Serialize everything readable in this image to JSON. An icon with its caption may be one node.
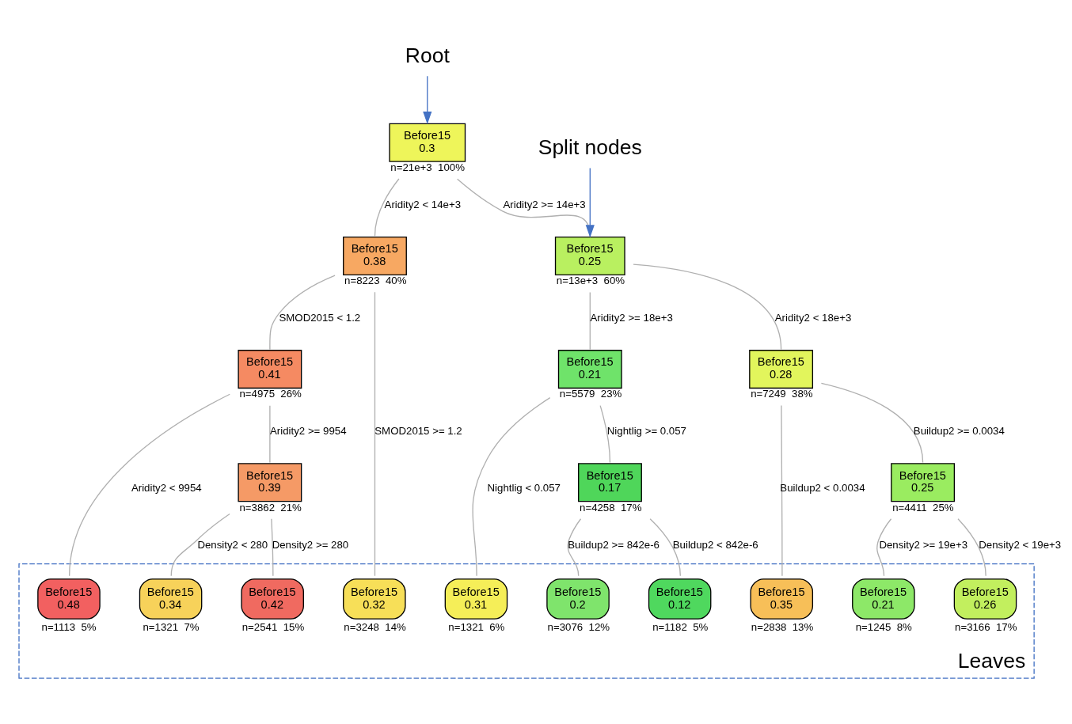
{
  "diagram": {
    "nodes": [
      {
        "text": [
          "Root"
        ]
      },
      {
        "text": [
          "Before15",
          "0.3"
        ],
        "beside": [
          "n=21e+3  100%"
        ]
      },
      {
        "text": [
          "Split nodes"
        ]
      },
      {
        "text": [
          "Before15",
          "0.25"
        ],
        "beside": [
          "n=13e+3  60%"
        ]
      },
      {
        "text": [
          "Before15",
          "0.38"
        ],
        "beside": [
          "n=8223  40%"
        ]
      },
      {
        "text": [
          "Before15",
          "0.21"
        ],
        "beside": [
          "n=5579  23%"
        ]
      },
      {
        "text": [
          "Before15",
          "0.28"
        ],
        "beside": [
          "n=7249  38%"
        ]
      },
      {
        "text": [
          "Before15",
          "0.41"
        ],
        "beside": [
          "n=4975  26%"
        ]
      },
      {
        "text": [
          "Before15",
          "0.17"
        ],
        "beside": [
          "n=4258  17%"
        ]
      },
      {
        "text": [
          "Before15",
          "0.25"
        ],
        "beside": [
          "n=4411  25%"
        ]
      },
      {
        "text": [
          "Before15",
          "0.39"
        ],
        "beside": [
          "n=3862  21%"
        ]
      },
      {
        "text": [
          "Leaves"
        ]
      },
      {
        "text": [
          "Before15",
          "0.2"
        ],
        "beside": [
          "n=3076  12%"
        ],
        "in": 11
      },
      {
        "text": [
          "Before15",
          "0.21"
        ],
        "beside": [
          "n=1245  8%"
        ],
        "in": 11
      },
      {
        "text": [
          "Before15",
          "0.35"
        ],
        "beside": [
          "n=2838  13%"
        ],
        "in": 11
      },
      {
        "text": [
          "Before15",
          "0.34"
        ],
        "beside": [
          "n=1321  7%"
        ],
        "in": 11
      },
      {
        "text": [
          "Before15",
          "0.48"
        ],
        "beside": [
          "n=1113  5%"
        ],
        "in": 11
      },
      {
        "text": [
          "Before15",
          "0.12"
        ],
        "beside": [
          "n=1182  5%"
        ],
        "in": 11
      },
      {
        "text": [
          "Before15",
          "0.31"
        ],
        "beside": [
          "n=1321  6%"
        ],
        "in": 11
      },
      {
        "text": [
          "Before15",
          "0.26"
        ],
        "beside": [
          "n=3166  17%"
        ],
        "in": 11
      },
      {
        "text": [
          "Before15",
          "0.32"
        ],
        "beside": [
          "n=3248  14%"
        ],
        "in": 11
      },
      {
        "text": [
          "Before15",
          "0.42"
        ],
        "beside": [
          "n=2541  15%"
        ],
        "in": 11
      }
    ],
    "edges": [
      {
        "from": 0,
        "to": 1,
        "arrow": "to",
        "color": "#4472c4"
      },
      {
        "from": 2,
        "to": 3,
        "arrow": "to",
        "color": "#4472c4"
      },
      {
        "from": 1,
        "to": 3,
        "arrow": "none",
        "label": "Aridity2 >= 14e+3"
      },
      {
        "from": 1,
        "to": 4,
        "arrow": "none",
        "label": "Aridity2 < 14e+3"
      },
      {
        "from": 3,
        "to": 5,
        "arrow": "none",
        "label": "Aridity2 >= 18e+3"
      },
      {
        "from": 3,
        "to": 6,
        "arrow": "none",
        "label": "Aridity2 < 18e+3"
      },
      {
        "from": 4,
        "to": 20,
        "arrow": "none",
        "label": "SMOD2015 >= 1.2"
      },
      {
        "from": 4,
        "to": 7,
        "arrow": "none",
        "label": "SMOD2015 < 1.2"
      },
      {
        "from": 5,
        "to": 8,
        "arrow": "none",
        "label": "Nightlig >= 0.057"
      },
      {
        "from": 5,
        "to": 18,
        "arrow": "none",
        "label": "Nightlig < 0.057"
      },
      {
        "from": 6,
        "to": 9,
        "arrow": "none",
        "label": "Buildup2 >= 0.0034"
      },
      {
        "from": 6,
        "to": 14,
        "arrow": "none",
        "label": "Buildup2 < 0.0034"
      },
      {
        "from": 7,
        "to": 10,
        "arrow": "none",
        "label": "Aridity2 >= 9954"
      },
      {
        "from": 7,
        "to": 16,
        "arrow": "none",
        "label": "Aridity2 < 9954"
      },
      {
        "from": 8,
        "to": 17,
        "arrow": "none",
        "label": "Buildup2 < 842e-6"
      },
      {
        "from": 8,
        "to": 12,
        "arrow": "none",
        "label": "Buildup2 >= 842e-6"
      },
      {
        "from": 9,
        "to": 13,
        "arrow": "none",
        "label": "Density2 >= 19e+3"
      },
      {
        "from": 9,
        "to": 19,
        "arrow": "none",
        "label": "Density2 < 19e+3"
      },
      {
        "from": 10,
        "to": 15,
        "arrow": "none",
        "label": "Density2 < 280"
      },
      {
        "from": 10,
        "to": 21,
        "arrow": "none",
        "label": "Density2 >= 280"
      }
    ]
  }
}
